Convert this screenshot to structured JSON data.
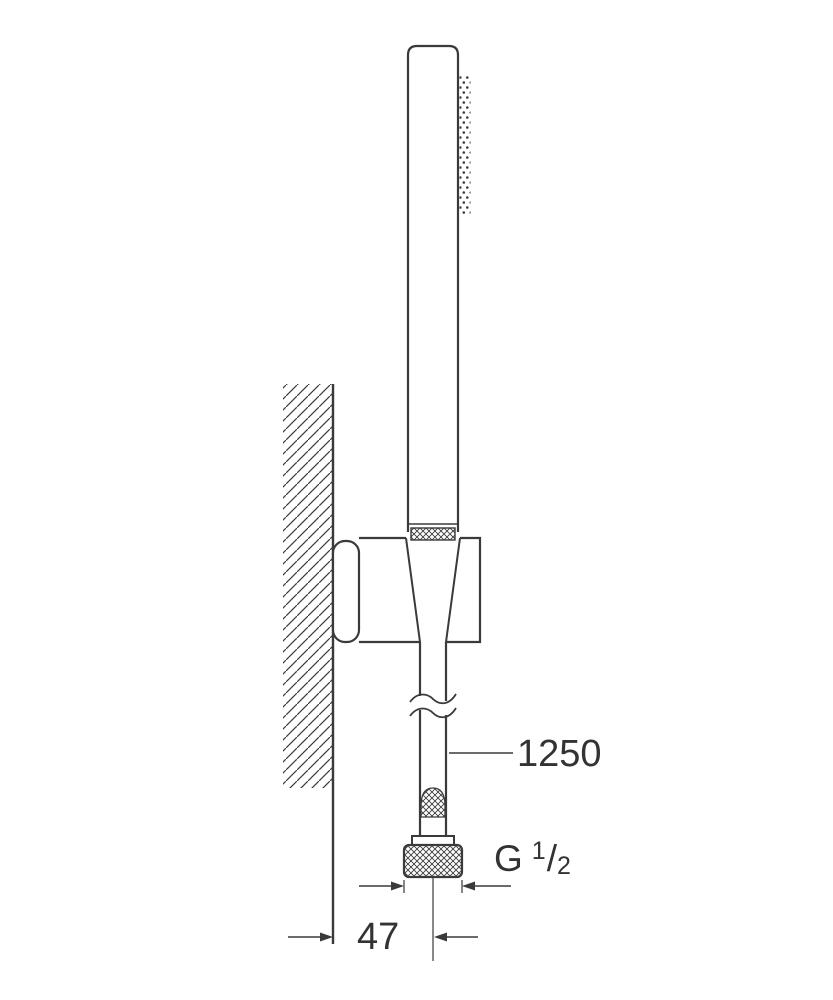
{
  "diagram": {
    "background": "#ffffff",
    "line_color": "#3a3a3a",
    "text_color": "#333333",
    "labels": {
      "hose_length": "1250",
      "thread_prefix": "G",
      "thread_numerator": "1",
      "thread_slash": "/",
      "thread_denominator": "2",
      "wall_offset": "47"
    }
  }
}
